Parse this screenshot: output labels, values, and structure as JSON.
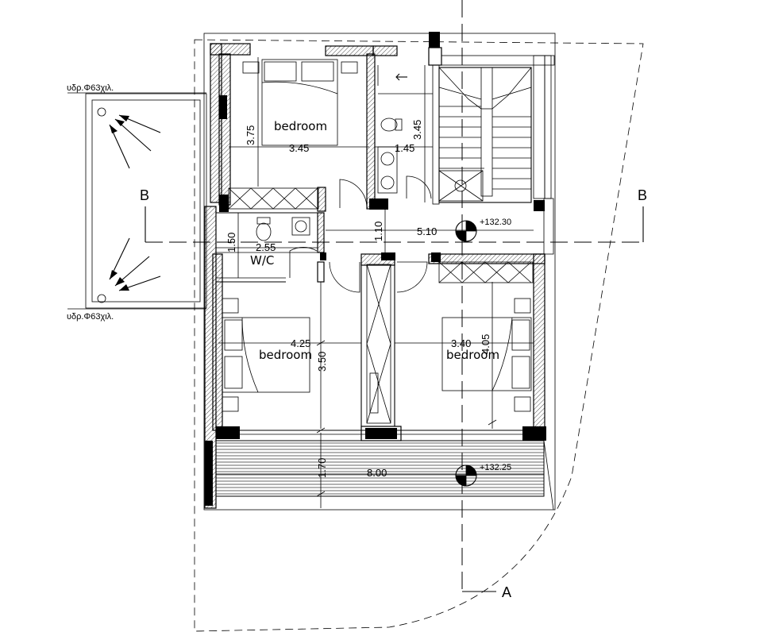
{
  "drawing": {
    "rooms": {
      "bedroom_top": "bedroom",
      "bedroom_left": "bedroom",
      "bedroom_right": "bedroom",
      "wc": "W/C"
    },
    "dimensions": {
      "top_bed_height": "3.75",
      "top_bed_width": "3.45",
      "bath_height": "3.45",
      "bath_width": "1.45",
      "wc_height": "1.50",
      "wc_width": "2.55",
      "hall_height": "1.10",
      "hall_width": "5.10",
      "left_bed_width": "4.25",
      "left_bed_height": "3.50",
      "right_bed_width": "3.40",
      "right_bed_height": "4.05",
      "balcony_height": "1.70",
      "balcony_width": "8.00"
    },
    "levels": {
      "upper": "+132.30",
      "balcony": "+132.25"
    },
    "gutters": {
      "top": "υδρ.Φ63χιλ.",
      "bottom": "υδρ.Φ63χιλ."
    },
    "sections": {
      "left": "B",
      "right": "B",
      "bottom": "A"
    }
  }
}
